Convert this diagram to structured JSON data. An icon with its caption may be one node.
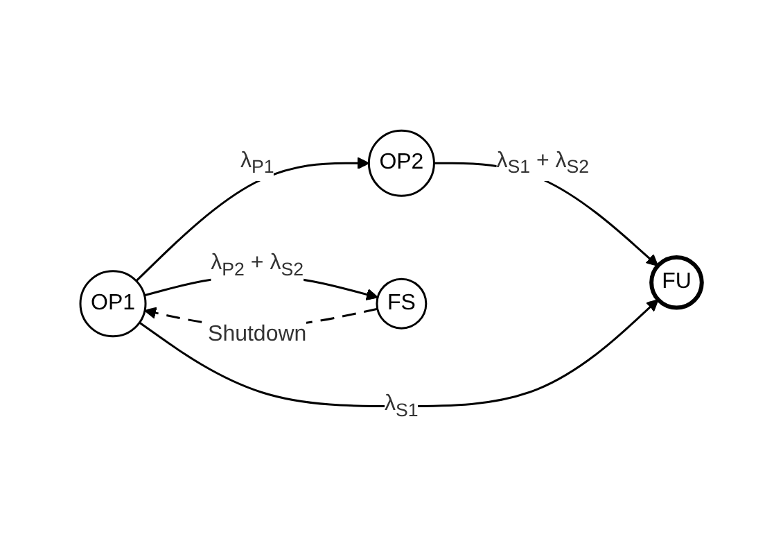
{
  "diagram": {
    "nodes": [
      {
        "text": [
          "OP1"
        ]
      },
      {
        "text": [
          "OP2"
        ]
      },
      {
        "text": [
          "FU"
        ]
      },
      {
        "text": [
          "FS"
        ]
      }
    ],
    "edges": [
      {
        "from": 0,
        "to": 1,
        "arrow": "to",
        "label": "λ$_{P1}$"
      },
      {
        "from": 1,
        "to": 2,
        "arrow": "to",
        "label": "λ$_{S1}$ + λ$_{S2}$"
      },
      {
        "from": 0,
        "to": 2,
        "arrow": "to",
        "label": "λ$_{S1}$"
      },
      {
        "from": 0,
        "to": 3,
        "arrow": "to",
        "label": "λ$_{P2}$ + λ$_{S2}$"
      },
      {
        "from": 3,
        "to": 0,
        "arrow": "to",
        "label": "Shutdown",
        "style": "dashed"
      }
    ]
  }
}
